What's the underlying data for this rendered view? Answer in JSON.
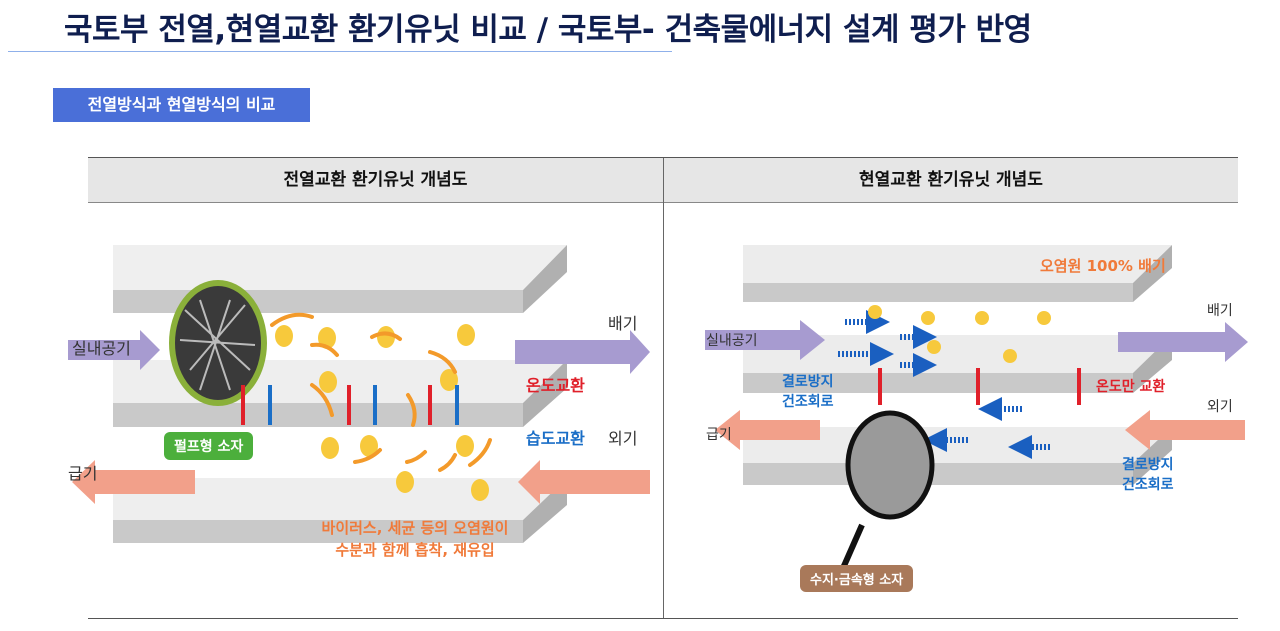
{
  "header": {
    "title": "국토부 전열,현열교환 환기유닛 비교 / 국토부- 건축물에너지 설계 평가 반영",
    "badge": "전열방식과 현열방식의 비교"
  },
  "table": {
    "columns": [
      "전열교환 환기유닛 개념도",
      "현열교환 환기유닛 개념도"
    ]
  },
  "left_diagram": {
    "indoor_air": "실내공기",
    "exhaust": "배기",
    "outdoor_air": "외기",
    "supply": "급기",
    "temp_exchange": "온도교환",
    "humidity_exchange": "습도교환",
    "element_tag": "펄프형 소자",
    "note_line1": "바이러스, 세균 등의 오염원이",
    "note_line2": "수분과 함께 흡착, 재유입"
  },
  "right_diagram": {
    "pollutant_exhaust": "오염원 100% 배기",
    "indoor_air": "실내공기",
    "exhaust": "배기",
    "outdoor_air": "외기",
    "supply": "급기",
    "temp_only": "온도만 교환",
    "anti_condensation_1": "결로방지",
    "drying_circuit_1": "건조회로",
    "anti_condensation_2": "결로방지",
    "drying_circuit_2": "건조회로",
    "element_tag": "수지·금속형 소자"
  },
  "colors": {
    "title": "#0f1e4f",
    "badge": "#4a6fd8",
    "indoor_arrow": "#a79bd0",
    "outdoor_arrow": "#f2a08a",
    "red": "#e0202a",
    "blue": "#1a6ec7",
    "orange": "#f07a3a"
  }
}
